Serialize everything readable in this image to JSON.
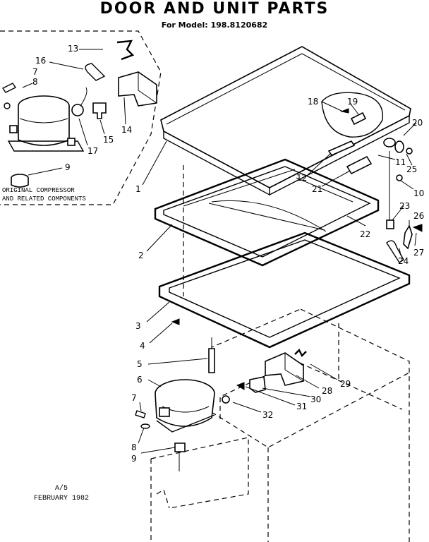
{
  "header": {
    "title": "DOOR AND UNIT PARTS",
    "model": "For Model: 198.8120682"
  },
  "inset": {
    "caption_line1": "ORIGINAL COMPRESSOR",
    "caption_line2": "AND RELATED COMPONENTS",
    "labels": [
      "13",
      "16",
      "7",
      "8",
      "14",
      "15",
      "17",
      "9"
    ]
  },
  "callouts": [
    "1",
    "18",
    "19",
    "20",
    "25",
    "11",
    "12",
    "21",
    "10",
    "23",
    "26",
    "27",
    "24",
    "22",
    "2",
    "3",
    "4",
    "5",
    "6",
    "29",
    "28",
    "30",
    "31",
    "32",
    "7",
    "8",
    "9"
  ],
  "footer": {
    "revision": "A/5",
    "date": "FEBRUARY 1982"
  }
}
